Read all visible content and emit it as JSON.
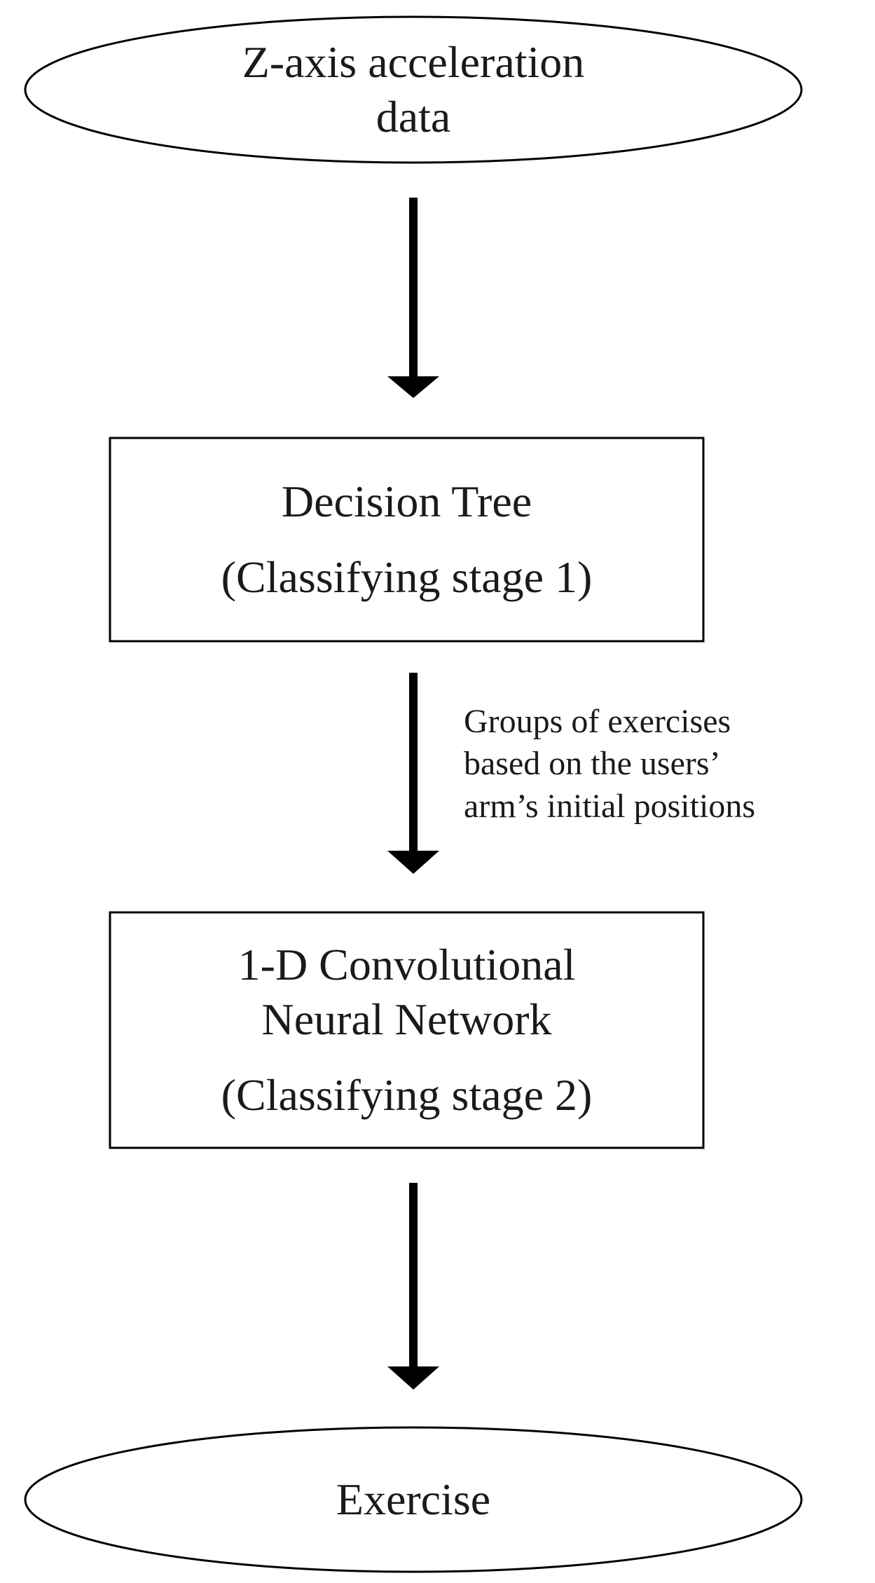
{
  "nodes": {
    "input": {
      "shape": "ellipse",
      "lines": [
        "Z-axis acceleration",
        "data"
      ]
    },
    "stage1": {
      "shape": "rectangle",
      "title": "Decision Tree",
      "subtitle": "(Classifying stage 1)"
    },
    "stage2": {
      "shape": "rectangle",
      "title_lines": [
        "1-D Convolutional",
        "Neural Network"
      ],
      "subtitle": "(Classifying stage 2)"
    },
    "output": {
      "shape": "ellipse",
      "lines": [
        "Exercise"
      ]
    }
  },
  "edges": [
    {
      "from": "input",
      "to": "stage1",
      "label": ""
    },
    {
      "from": "stage1",
      "to": "stage2",
      "label_lines": [
        "Groups of exercises",
        "based on the users’",
        "arm’s initial positions"
      ]
    },
    {
      "from": "stage2",
      "to": "output",
      "label": ""
    }
  ],
  "colors": {
    "stroke": "#000000",
    "text": "#1a1a1a",
    "background": "#ffffff"
  }
}
